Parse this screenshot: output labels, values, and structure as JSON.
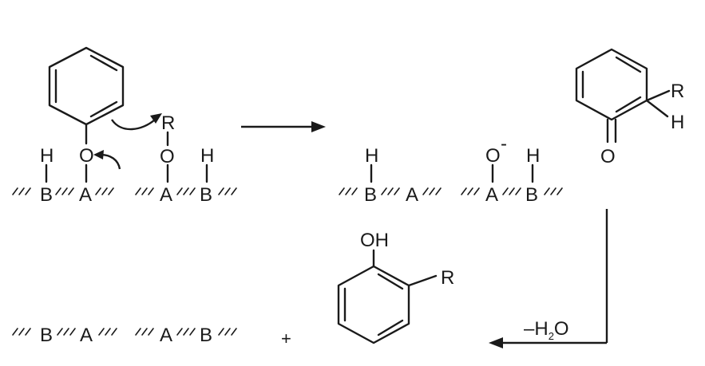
{
  "atoms": {
    "O": "O",
    "O_minus": "O",
    "minus": "-",
    "H": "H",
    "R": "R",
    "A": "A",
    "B": "B",
    "OH": "OH"
  },
  "reagents": {
    "plus": "+",
    "water_minus": "–H",
    "water_sub": "2",
    "water_O": "O"
  }
}
